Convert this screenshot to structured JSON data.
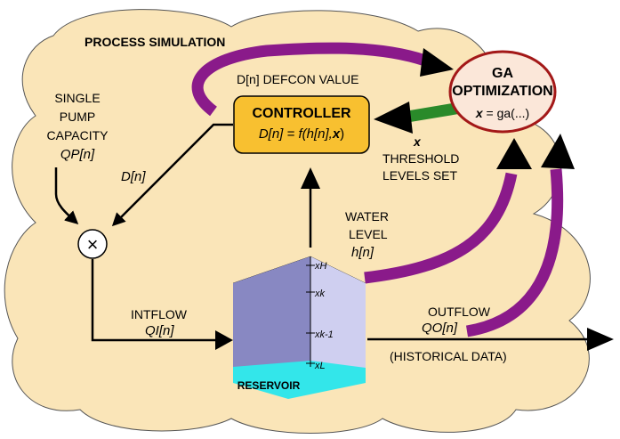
{
  "title": "PROCESS SIMULATION",
  "ga": {
    "line1": "GA",
    "line2": "OPTIMIZATION",
    "formula_var": "x",
    "formula_rest": " = ga(...)"
  },
  "controller": {
    "title": "CONTROLLER",
    "formula_prefix": "D[n] = f(h[n],",
    "formula_var": "x",
    "formula_suffix": ")"
  },
  "labels": {
    "defcon": "D[n] DEFCON VALUE",
    "pump_l1": "SINGLE",
    "pump_l2": "PUMP",
    "pump_l3": "CAPACITY",
    "pump_var": "QP[n]",
    "dn": "D[n]",
    "threshold_var": "x",
    "threshold_l1": "THRESHOLD",
    "threshold_l2": "LEVELS SET",
    "water_l1": "WATER",
    "water_l2": "LEVEL",
    "water_var": "h[n]",
    "inflow": "INTFLOW",
    "inflow_var": "QI[n]",
    "outflow": "OUTFLOW",
    "outflow_var": "QO[n]",
    "historical": "(HISTORICAL DATA)",
    "multiply_symbol": "×"
  },
  "reservoir": {
    "label": "RESERVOIR",
    "ticks": [
      "xH",
      "xk",
      "xk-1",
      "xL"
    ]
  },
  "colors": {
    "cloud": "#fae5b8",
    "ga_fill": "#fbe7d9",
    "ga_stroke": "#a31818",
    "controller_fill": "#f8c030",
    "purple": "#8a1a8a",
    "green": "#2a8a2a",
    "reservoir_front": "#8888c2",
    "reservoir_side": "#cfcff0",
    "reservoir_top": "#b5b5e0",
    "reservoir_water": "#33e6ea"
  }
}
